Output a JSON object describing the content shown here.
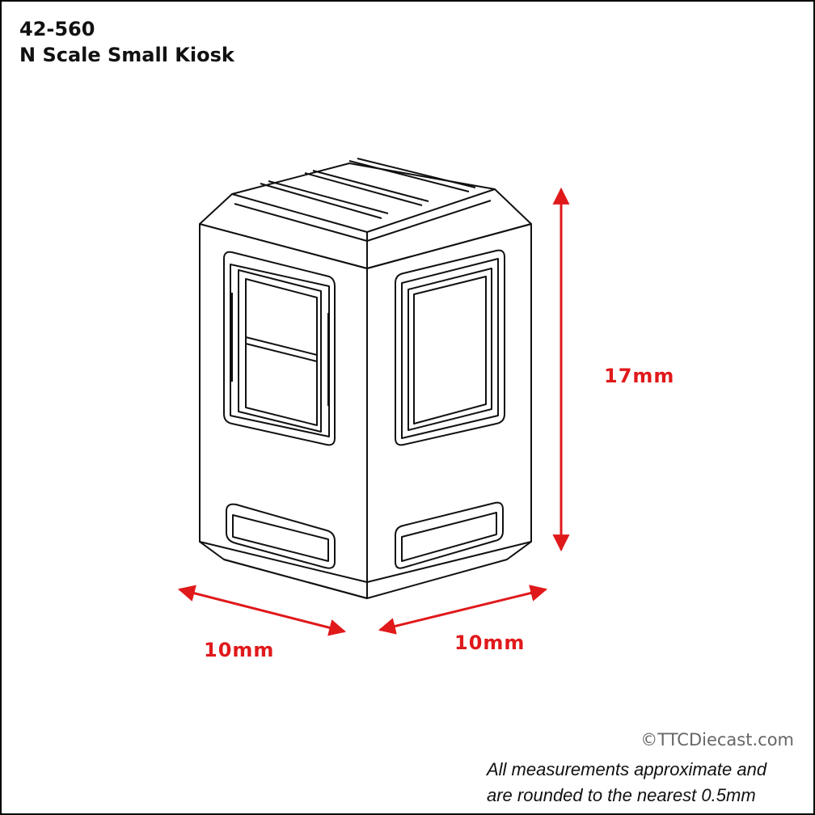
{
  "header": {
    "product_code": "42-560",
    "product_name": "N Scale Small Kiosk"
  },
  "dimensions": {
    "height": "17mm",
    "width_left": "10mm",
    "width_right": "10mm"
  },
  "note": {
    "line1": "All measurements approximate and",
    "line2": "are rounded to the nearest 0.5mm"
  },
  "watermark": "©TTCDiecast.com",
  "colors": {
    "dimension": "#e0191b",
    "outline": "#111111"
  }
}
